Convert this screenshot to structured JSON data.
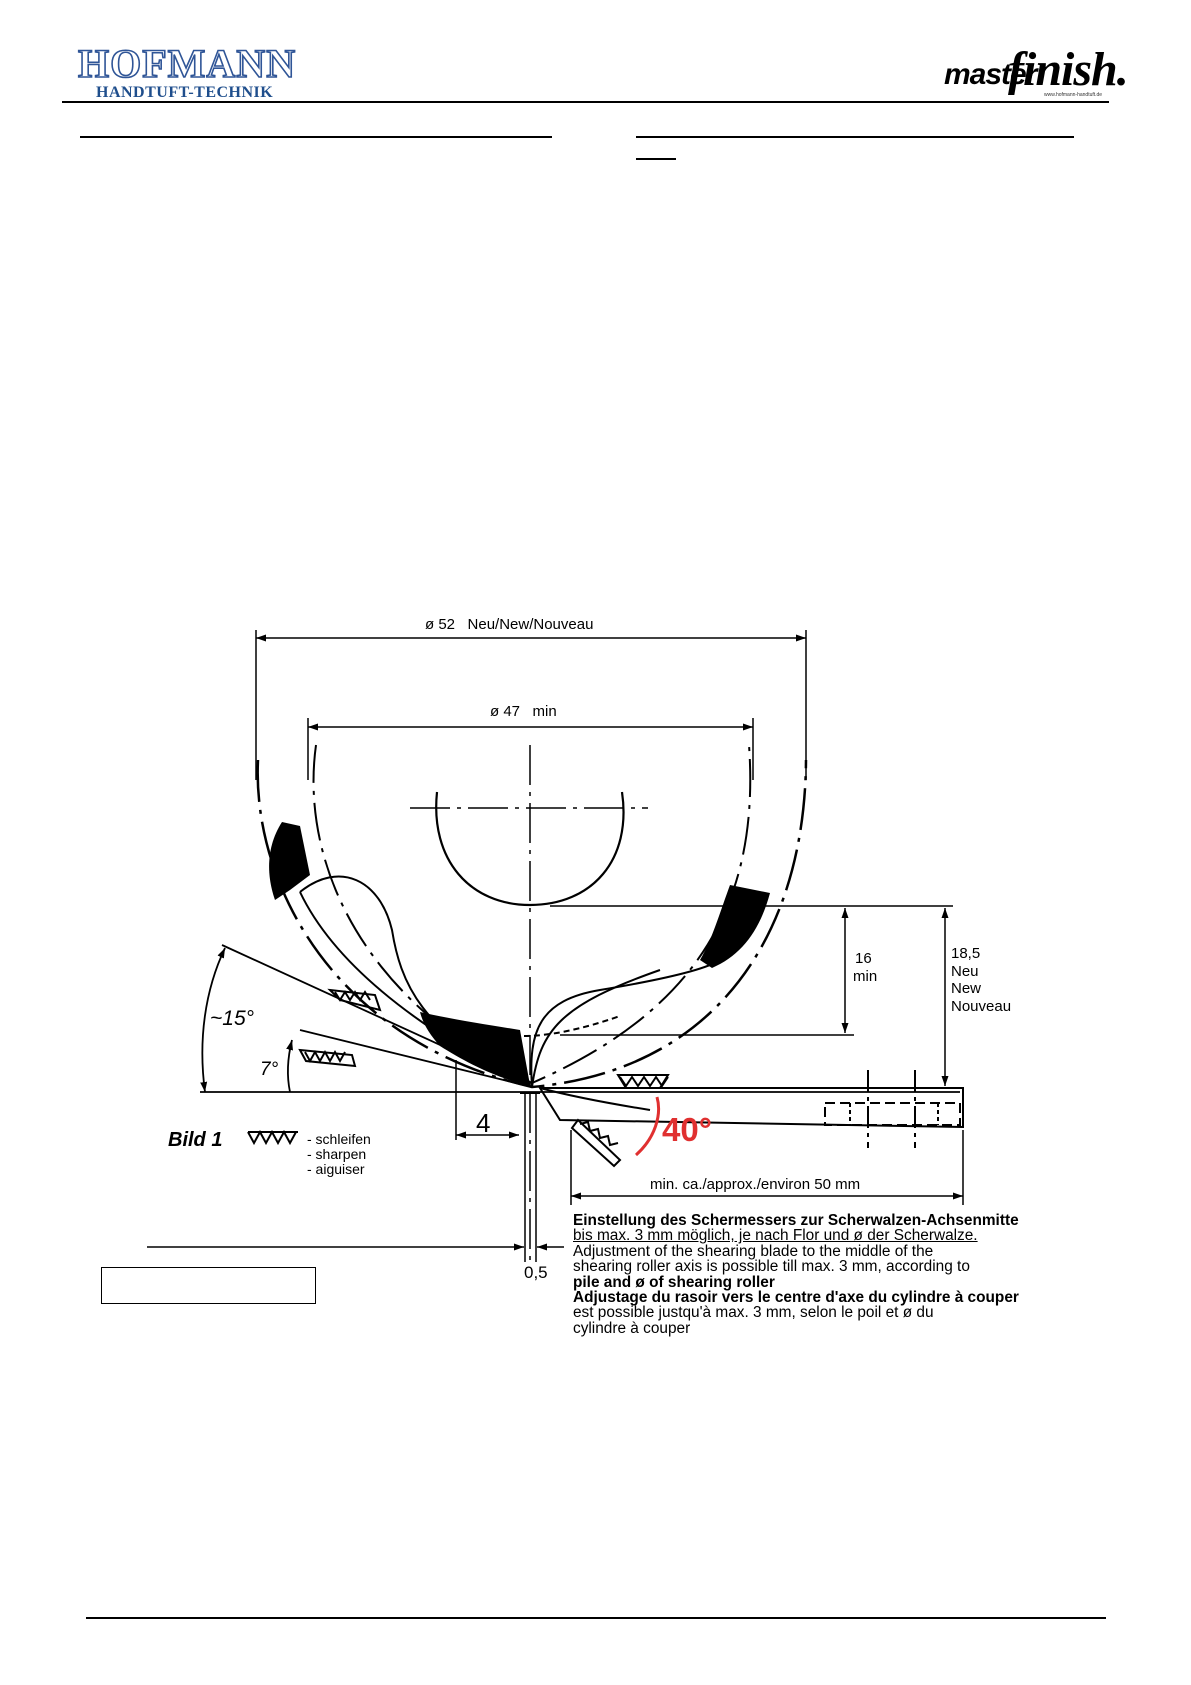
{
  "header": {
    "brand": "HOFMANN",
    "brand_sub": "HANDTUFT-TECHNIK",
    "logo_master": "master",
    "logo_finish": "finish.",
    "logo_url": "www.hofmann-handtuft.de"
  },
  "diagram": {
    "dim_outer": "ø 52   Neu/New/Nouveau",
    "dim_inner": "ø 47   min",
    "dim_16_a": "16",
    "dim_16_b": "min",
    "dim_185": [
      "18,5",
      "Neu",
      "New",
      "Nouveau"
    ],
    "angle_15": "~15°",
    "angle_7": "7°",
    "angle_40": "40°",
    "dim_4": "4",
    "dim_05": "0,5",
    "figure_label": "Bild 1",
    "legend": [
      "- schleifen",
      "- sharpen",
      "- aiguiser"
    ],
    "dim_50": "min. ca./approx./environ 50 mm"
  },
  "note": {
    "lines": [
      "Einstellung des Schermessers zur Scherwalzen-Achsenmitte",
      "bis max. 3 mm möglich, je nach Flor und ø der Scherwalze.",
      "Adjustment of the shearing blade to the middle of the",
      "shearing roller axis is possible till max. 3 mm, according to",
      "pile and ø of shearing roller",
      "Adjustage du rasoir vers le centre d'axe du cylindre à couper",
      "est possible justqu'à max. 3 mm, selon le poil et ø du",
      "cylindre à couper"
    ]
  },
  "colors": {
    "brand_blue": "#2f5597",
    "highlight_red": "#e03030"
  }
}
